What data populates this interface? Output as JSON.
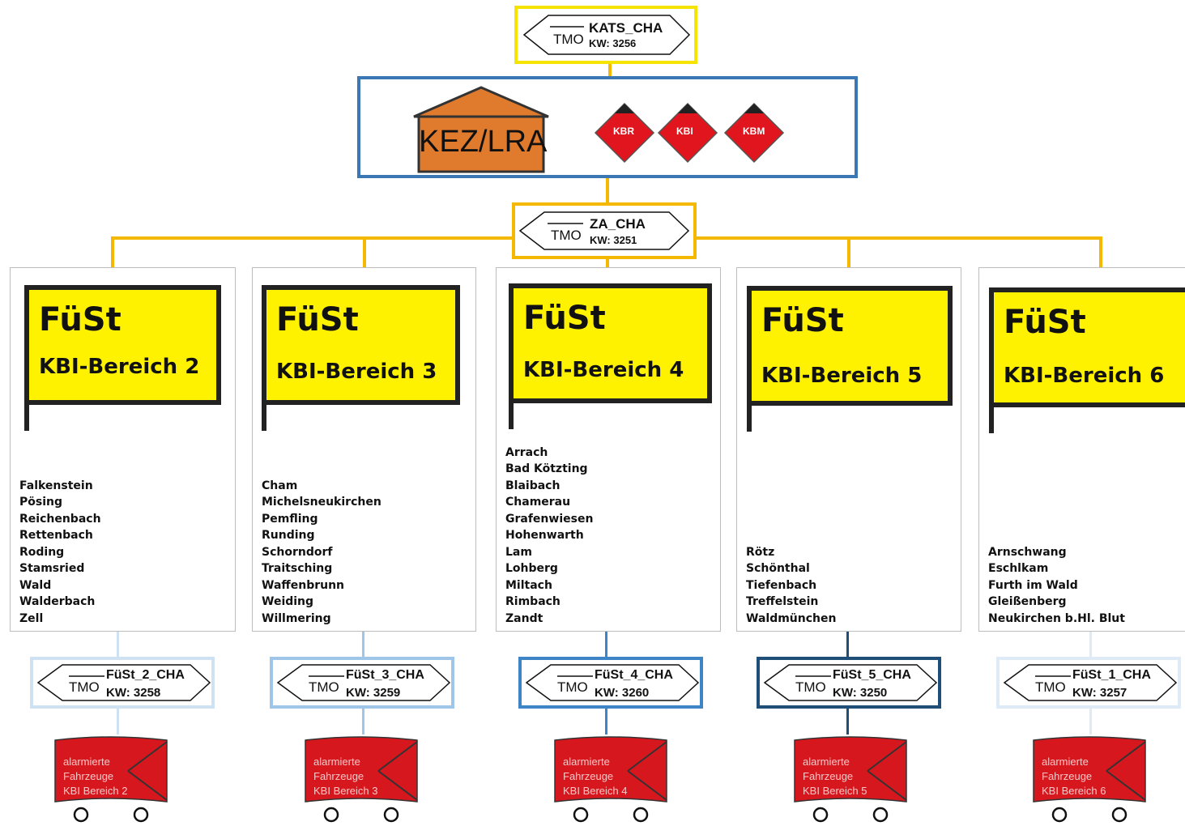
{
  "colors": {
    "connector_yellow": "#f5b800",
    "kats_border": "#f4e400",
    "command_border": "#3b78b3",
    "flag_yellow": "#fff200",
    "vehicle_red": "#d6171e",
    "kez_orange": "#e07b2e"
  },
  "top": {
    "kats": {
      "prefix": "TMO",
      "name": "KATS_CHA",
      "kw": "KW: 3256"
    },
    "kez_label": "KEZ/LRA",
    "diamonds": [
      {
        "label": "KBR",
        "icon": "hazard-diamond-icon"
      },
      {
        "label": "KBI",
        "icon": "hazard-diamond-icon"
      },
      {
        "label": "KBM",
        "icon": "hazard-diamond-icon"
      }
    ],
    "za": {
      "prefix": "TMO",
      "name": "ZA_CHA",
      "kw": "KW: 3251"
    }
  },
  "areas": [
    {
      "flag_title": "FüSt",
      "flag_subtitle": "KBI-Bereich 2",
      "places": [
        "Falkenstein",
        "Pösing",
        "Reichenbach",
        "Rettenbach",
        "Roding",
        "Stamsried",
        "Wald",
        "Walderbach",
        "Zell"
      ],
      "tmo": {
        "prefix": "TMO",
        "name": "FüSt_2_CHA",
        "kw": "KW: 3258",
        "border": "#cfe2f3"
      },
      "vehicle": {
        "line1": "alarmierte",
        "line2": "Fahrzeuge",
        "line3": "KBI Bereich 2"
      }
    },
    {
      "flag_title": "FüSt",
      "flag_subtitle": "KBI-Bereich 3",
      "places": [
        "Cham",
        "Michelsneukirchen",
        "Pemfling",
        "Runding",
        "Schorndorf",
        "Traitsching",
        "Waffenbrunn",
        "Weiding",
        "Willmering"
      ],
      "tmo": {
        "prefix": "TMO",
        "name": "FüSt_3_CHA",
        "kw": "KW: 3259",
        "border": "#9fc5e8"
      },
      "vehicle": {
        "line1": "alarmierte",
        "line2": "Fahrzeuge",
        "line3": "KBI Bereich 3"
      }
    },
    {
      "flag_title": "FüSt",
      "flag_subtitle": "KBI-Bereich 4",
      "places": [
        "Arrach",
        "Bad Kötzting",
        "Blaibach",
        "Chamerau",
        "Grafenwiesen",
        "Hohenwarth",
        "Lam",
        "Lohberg",
        "Miltach",
        "Rimbach",
        "Zandt"
      ],
      "tmo": {
        "prefix": "TMO",
        "name": "FüSt_4_CHA",
        "kw": "KW: 3260",
        "border": "#3d85c6"
      },
      "vehicle": {
        "line1": "alarmierte",
        "line2": "Fahrzeuge",
        "line3": "KBI Bereich 4"
      }
    },
    {
      "flag_title": "FüSt",
      "flag_subtitle": "KBI-Bereich 5",
      "places": [
        "Rötz",
        "Schönthal",
        "Tiefenbach",
        "Treffelstein",
        "Waldmünchen"
      ],
      "tmo": {
        "prefix": "TMO",
        "name": "FüSt_5_CHA",
        "kw": "KW: 3250",
        "border": "#1f4e79"
      },
      "vehicle": {
        "line1": "alarmierte",
        "line2": "Fahrzeuge",
        "line3": "KBI Bereich 5"
      }
    },
    {
      "flag_title": "FüSt",
      "flag_subtitle": "KBI-Bereich 6",
      "places": [
        "Arnschwang",
        "Eschlkam",
        "Furth im Wald",
        "Gleißenberg",
        "Neukirchen b.Hl. Blut"
      ],
      "tmo": {
        "prefix": "TMO",
        "name": "FüSt_1_CHA",
        "kw": "KW: 3257",
        "border": "#deebf7"
      },
      "vehicle": {
        "line1": "alarmierte",
        "line2": "Fahrzeuge",
        "line3": "KBI Bereich 6"
      }
    }
  ]
}
